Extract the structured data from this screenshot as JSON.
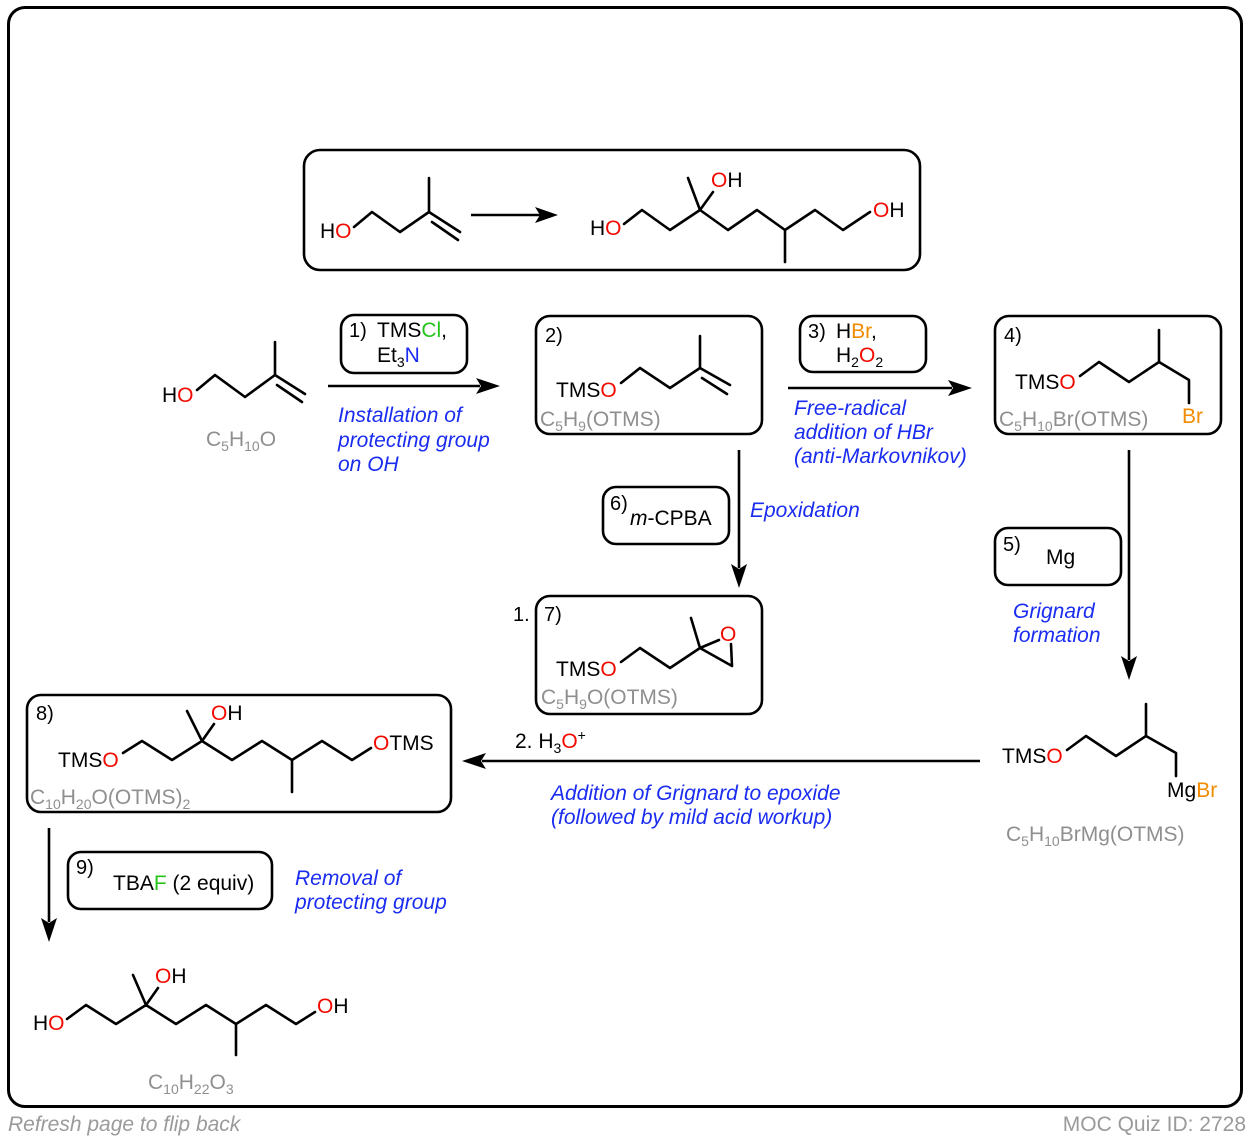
{
  "overview": {
    "start": {
      "prefix": "H",
      "o": "O"
    },
    "target": {
      "oh_left": {
        "h": "H",
        "o": "O"
      },
      "oh_mid": {
        "o": "O",
        "h": "H"
      },
      "oh_right": {
        "o": "O",
        "h": "H"
      }
    }
  },
  "steps": {
    "s1": {
      "num": "1)",
      "reagent_a": "TMS",
      "reagent_a_cl": "Cl",
      "reagent_a_comma": ",",
      "reagent_b": "Et",
      "reagent_b_sub": "3",
      "reagent_b_n": "N",
      "note": [
        "Installation of",
        "protecting group",
        "on OH"
      ]
    },
    "s2": {
      "num": "2)"
    },
    "s3": {
      "num": "3)",
      "reagent_a_h": "H",
      "reagent_a_br": "Br",
      "reagent_a_comma": ",",
      "reagent_b_h": "H",
      "reagent_b_sub1": "2",
      "reagent_b_o": "O",
      "reagent_b_sub2": "2",
      "note": [
        "Free-radical",
        "addition of HBr",
        "(anti-Markovnikov)"
      ]
    },
    "s4": {
      "num": "4)"
    },
    "s5": {
      "num": "5)",
      "reagent": "Mg",
      "note": [
        "Grignard",
        "formation"
      ]
    },
    "s6": {
      "num": "6)",
      "reagent_m": "m",
      "reagent_rest": "-CPBA",
      "note": "Epoxidation"
    },
    "s7": {
      "prefix": "1.",
      "num": "7)"
    },
    "s8": {
      "num": "8)"
    },
    "grignard_add": {
      "reagent_prefix": "2. H",
      "reagent_sub": "3",
      "reagent_o": "O",
      "reagent_sup": "+",
      "note": [
        "Addition of Grignard to epoxide",
        "(followed by mild acid workup)"
      ]
    },
    "s9": {
      "num": "9)",
      "reagent_a": "TBA",
      "reagent_f": "F",
      "reagent_b": " (2 equiv)",
      "note": [
        "Removal of",
        "protecting group"
      ]
    }
  },
  "molecules": {
    "start": {
      "h": "H",
      "o": "O",
      "formula": {
        "c": "C",
        "c_sub": "5",
        "h": "H",
        "h_sub": "10",
        "rest": "O"
      }
    },
    "m2": {
      "tms": "TMS",
      "o": "O",
      "formula": {
        "c": "C",
        "c_sub": "5",
        "h": "H",
        "h_sub": "9",
        "rest": "(OTMS)"
      }
    },
    "m4": {
      "tms": "TMS",
      "o": "O",
      "br": "Br",
      "formula": {
        "c": "C",
        "c_sub": "5",
        "h": "H",
        "h_sub": "10",
        "rest": "Br(OTMS)"
      }
    },
    "grignard": {
      "tms": "TMS",
      "o": "O",
      "mg": "Mg",
      "br": "Br",
      "formula": {
        "c": "C",
        "c_sub": "5",
        "h": "H",
        "h_sub": "10",
        "rest": "BrMg(OTMS)"
      }
    },
    "m7": {
      "tms": "TMS",
      "o": "O",
      "epox_o": "O",
      "formula": {
        "c": "C",
        "c_sub": "5",
        "h": "H",
        "h_sub": "9",
        "rest": "O(OTMS)"
      }
    },
    "m8": {
      "tms": "TMS",
      "o": "O",
      "oh_o": "O",
      "oh_h": "H",
      "otms_o": "O",
      "otms_tms": "TMS",
      "formula": {
        "c": "C",
        "c_sub": "10",
        "h": "H",
        "h_sub": "20",
        "rest": "O(OTMS)",
        "rest_sub": "2"
      }
    },
    "final": {
      "h": "H",
      "o": "O",
      "oh_o": "O",
      "oh_h": "H",
      "oh2_o": "O",
      "oh2_h": "H",
      "formula": {
        "c": "C",
        "c_sub": "10",
        "h": "H",
        "h_sub": "22",
        "o": "O",
        "o_sub": "3"
      }
    }
  },
  "colors": {
    "oxygen": "#f20a00",
    "chlorine_fluorine": "#26c31b",
    "nitrogen_notes": "#1a2cf0",
    "bromine": "#f28b00",
    "formula": "#8f8f8f"
  },
  "footer": {
    "left": "Refresh page to flip back",
    "right": "MOC Quiz ID: 2728"
  }
}
